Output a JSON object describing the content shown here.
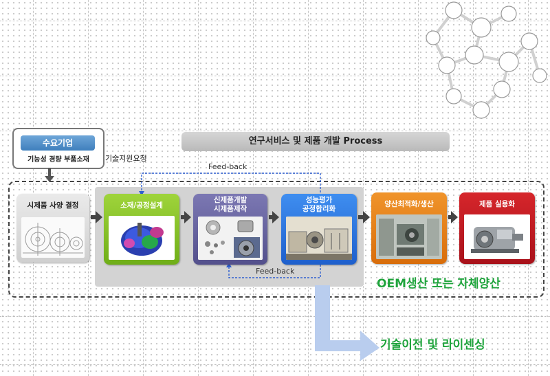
{
  "demand_company": {
    "title": "수요기업",
    "subtitle": "기능성 경량 부품소재"
  },
  "tech_support_request": "기술지원요청",
  "process_header": "연구서비스 및 제품 개발 Process",
  "feedback_top": "Feed-back",
  "feedback_bottom": "Feed-back",
  "steps": [
    {
      "label": "시제품 사양 결정",
      "color": "#d9d9d9",
      "image": "gear-drawing"
    },
    {
      "label": "소재/공정설계",
      "color": "#8cc63f",
      "image": "gear-model"
    },
    {
      "label": "신제품개발\n시제품제작",
      "color": "#5f5b9a",
      "image": "machined-parts"
    },
    {
      "label": "성능평가\n공정합리화",
      "color": "#2f7be0",
      "image": "test-machine"
    },
    {
      "label": "양산최적화/생산",
      "color": "#e8831a",
      "image": "production-machine"
    },
    {
      "label": "제품 실용화",
      "color": "#c41a22",
      "image": "engine-product"
    }
  ],
  "oem_text": "OEM생산 또는 자체양산",
  "license_text": "기술이전 및 라이센싱",
  "colors": {
    "accent_green": "#1fa43c",
    "feedback_line": "#2f5fd0",
    "transfer_arrow": "#b9cdee"
  }
}
